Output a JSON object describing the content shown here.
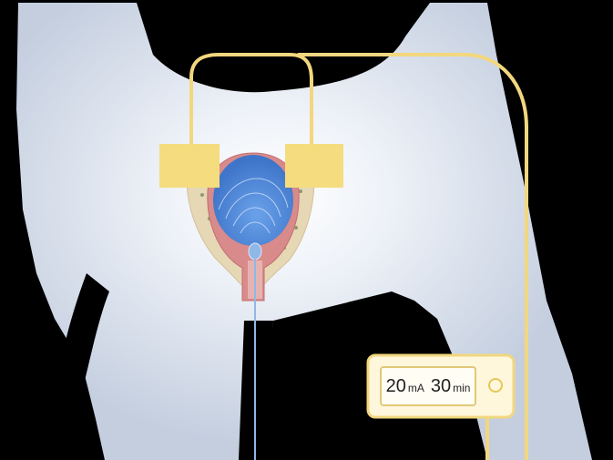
{
  "device": {
    "current_value": "20",
    "current_unit": "mA",
    "duration_value": "30",
    "duration_unit": "min"
  },
  "colors": {
    "background": "#000000",
    "body": "#c7d1e1",
    "body_glow": "#f4f7fb",
    "electrode": "#f5dc7e",
    "wire": "#f2d77e",
    "bladder": "#4c86d8",
    "bladder_wall": "#d98a8a",
    "device_frame": "#fff7dc",
    "catheter": "#8fb8e8"
  }
}
